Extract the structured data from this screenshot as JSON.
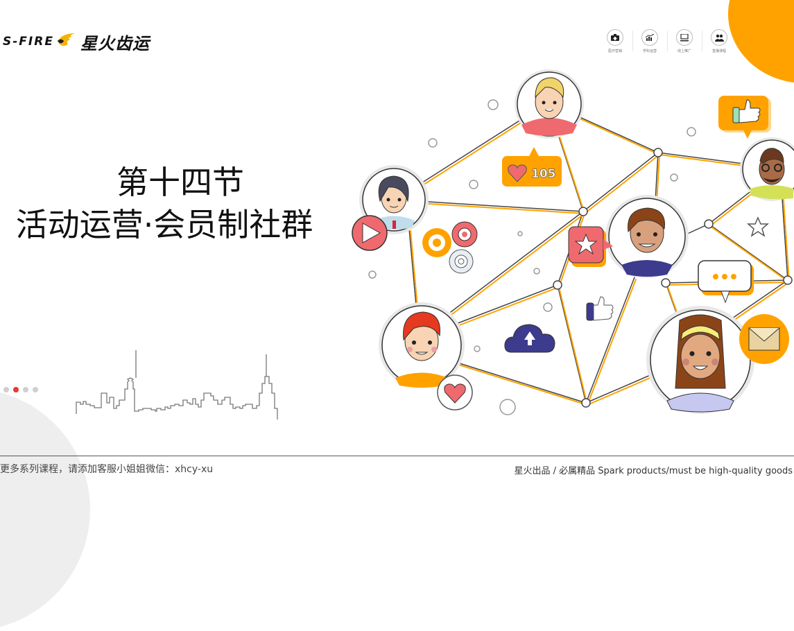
{
  "brand": {
    "logo_en": "S-FIRE",
    "logo_cn": "星火齿运",
    "accent_color": "#FFA200",
    "logo_icon": "flame-bird-icon"
  },
  "header_icons": [
    {
      "icon": "medical-kit-icon",
      "label": "医疗营销"
    },
    {
      "icon": "growth-chart-icon",
      "label": "学科运营"
    },
    {
      "icon": "monitor-icon",
      "label": "线上推广"
    },
    {
      "icon": "people-icon",
      "label": "直播课程"
    }
  ],
  "slide": {
    "title_line1": "第十四节",
    "title_line2": "活动运营·会员制社群"
  },
  "pagination": {
    "total": 4,
    "active_index": 1,
    "active_color": "#e53935"
  },
  "illustration": {
    "likes_bubble": {
      "icon": "heart-icon",
      "count": "105"
    },
    "icons": [
      "play-icon",
      "gear-icon",
      "cloud-upload-icon",
      "thumbs-up-icon",
      "star-icon",
      "chat-dots-icon",
      "envelope-icon",
      "heart-icon"
    ],
    "avatars": 6
  },
  "footer": {
    "left_text": "更多系列课程，请添加客服小姐姐微信：xhcy-xu",
    "right_text": "星火出品 / 必属精品 Spark products/must be high-quality goods"
  }
}
